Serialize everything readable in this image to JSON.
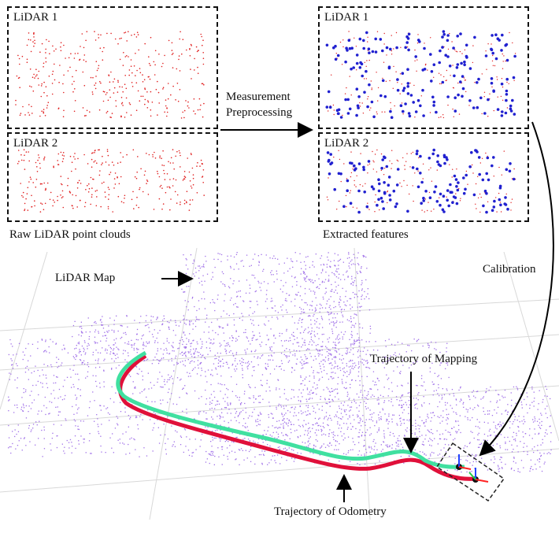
{
  "panels": {
    "raw_lidar1_title": "LiDAR 1",
    "raw_lidar2_title": "LiDAR 2",
    "feat_lidar1_title": "LiDAR 1",
    "feat_lidar2_title": "LiDAR 2"
  },
  "captions": {
    "raw": "Raw LiDAR point clouds",
    "features": "Extracted features"
  },
  "arrows": {
    "preprocess_line1": "Measurement",
    "preprocess_line2": "Preprocessing",
    "calibration": "Calibration"
  },
  "map_labels": {
    "lidar_map": "LiDAR Map",
    "traj_mapping": "Trajectory of Mapping",
    "traj_odometry": "Trajectory of Odometry"
  },
  "colors": {
    "raw_points": "#e02020",
    "feature_points": "#2020d0",
    "map_points": "#a070e8",
    "mapping_traj": "#40e0a0",
    "odometry_traj": "#e0103a"
  }
}
